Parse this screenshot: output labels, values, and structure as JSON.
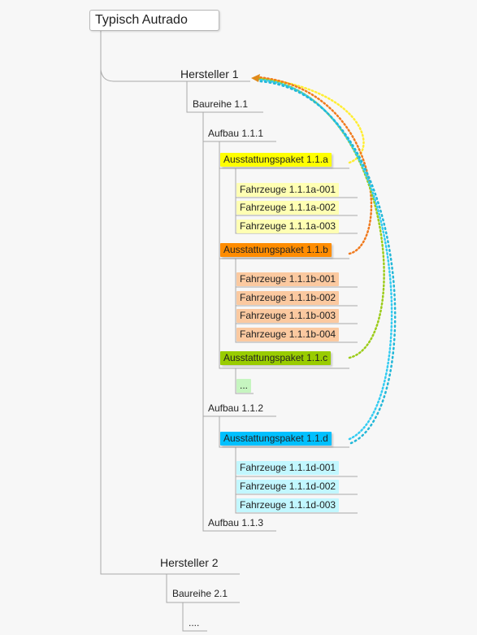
{
  "root": "Typisch Autrado",
  "hersteller": [
    "Hersteller 1",
    "Hersteller 2"
  ],
  "baureihe": [
    "Baureihe 1.1",
    "Baureihe 2.1"
  ],
  "aufbau": [
    "Aufbau 1.1.1",
    "Aufbau 1.1.2",
    "Aufbau 1.1.3"
  ],
  "pakete": {
    "a": "Ausstattungspaket 1.1.a",
    "b": "Ausstattungspaket 1.1.b",
    "c": "Ausstattungspaket 1.1.c",
    "d": "Ausstattungspaket 1.1.d"
  },
  "fahrzeuge": {
    "a": [
      "Fahrzeuge 1.1.1a-001",
      "Fahrzeuge 1.1.1a-002",
      "Fahrzeuge 1.1.1a-003"
    ],
    "b": [
      "Fahrzeuge 1.1.1b-001",
      "Fahrzeuge 1.1.1b-002",
      "Fahrzeuge 1.1.1b-003",
      "Fahrzeuge 1.1.1b-004"
    ],
    "d": [
      "Fahrzeuge 1.1.1d-001",
      "Fahrzeuge 1.1.1d-002",
      "Fahrzeuge 1.1.1d-003"
    ]
  },
  "ellipsis_c": "...",
  "ellipsis_2": "....",
  "colors": {
    "a": "#ffff00",
    "a_light": "#ffffb3",
    "b": "#ff8c00",
    "b_light": "#fbc9a0",
    "c": "#99cc00",
    "c_light": "#c6f5c0",
    "d": "#00c0ff",
    "d_light": "#c2f7ff",
    "line": "#a0a0a0"
  }
}
